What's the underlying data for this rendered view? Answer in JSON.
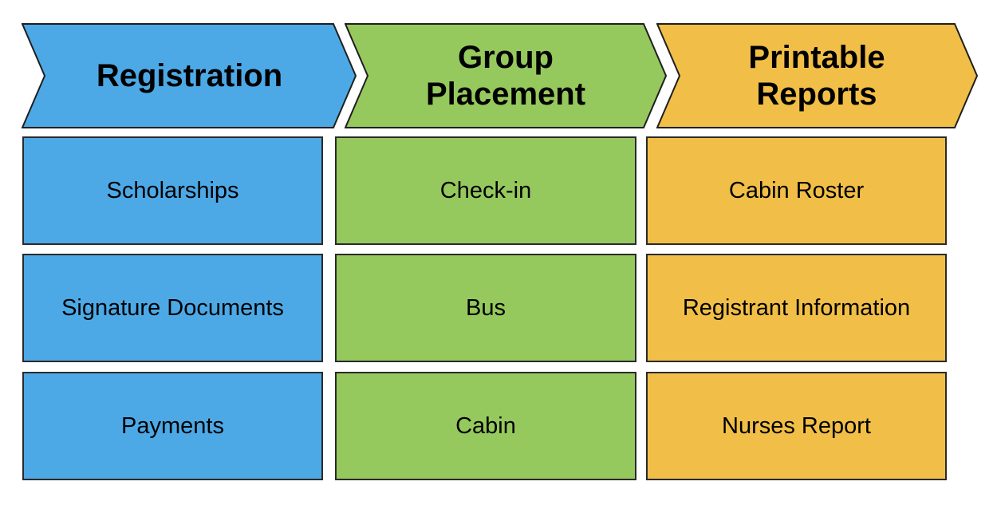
{
  "diagram": {
    "type": "process-flow",
    "columns": [
      {
        "header": "Registration",
        "color": "#4DA9E6",
        "border_color": "#1f1f1f",
        "items": [
          "Scholarships",
          "Signature Documents",
          "Payments"
        ]
      },
      {
        "header": "Group Placement",
        "color": "#96C95D",
        "border_color": "#1f1f1f",
        "items": [
          "Check-in",
          "Bus",
          "Cabin"
        ]
      },
      {
        "header": "Printable Reports",
        "color": "#F1BF47",
        "border_color": "#1f1f1f",
        "items": [
          "Cabin Roster",
          "Registrant Information",
          "Nurses Report"
        ]
      }
    ]
  }
}
